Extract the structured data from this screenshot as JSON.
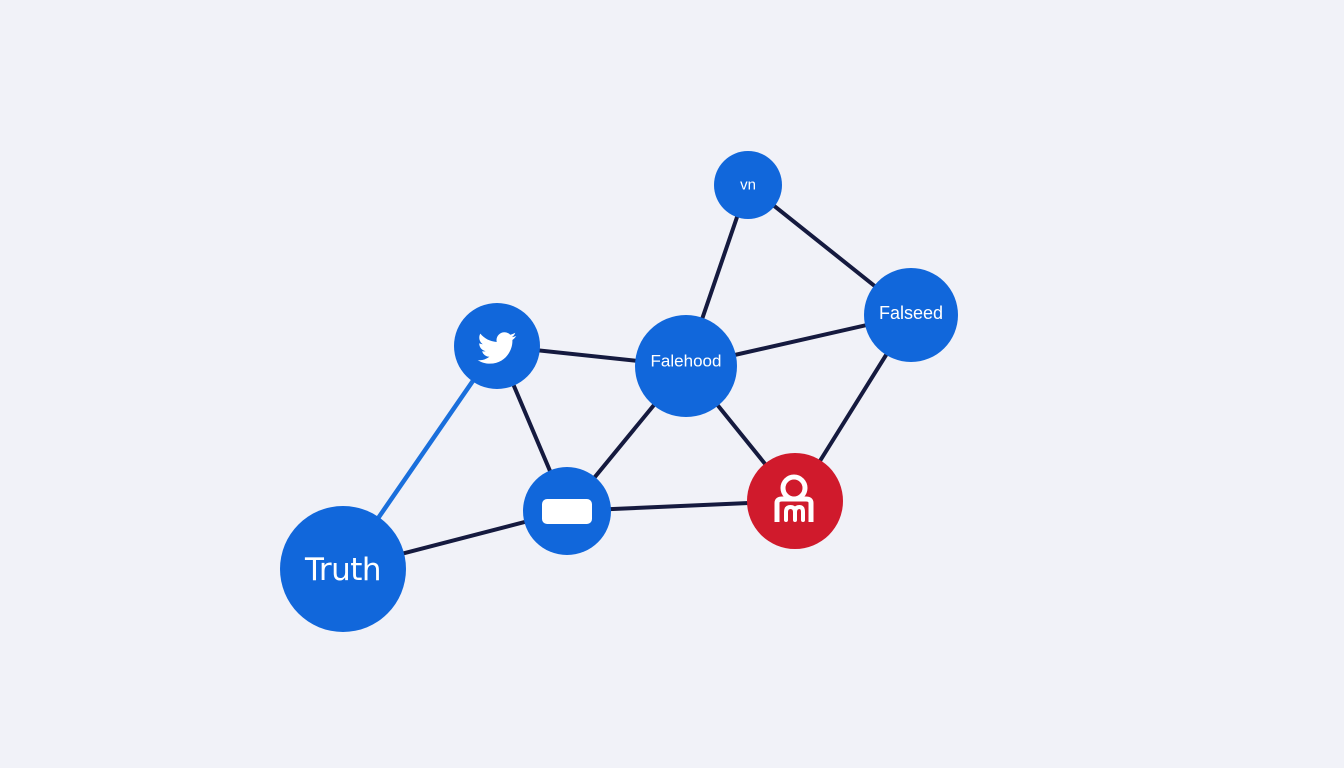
{
  "diagram": {
    "colors": {
      "background": "#f1f2f8",
      "node_blue": "#1167db",
      "node_red": "#d01a2c",
      "edge_dark": "#151a3f",
      "edge_blue": "#1a6fdc"
    },
    "nodes": [
      {
        "id": "truth",
        "label": "Truth",
        "color": "node_blue"
      },
      {
        "id": "twitter",
        "label": "",
        "icon": "twitter-bird-icon",
        "color": "node_blue"
      },
      {
        "id": "falehood",
        "label": "Falehood",
        "color": "node_blue"
      },
      {
        "id": "vn",
        "label": "vn",
        "color": "node_blue"
      },
      {
        "id": "falseed",
        "label": "Falseed",
        "color": "node_blue"
      },
      {
        "id": "message",
        "label": "",
        "icon": "message-box-icon",
        "color": "node_blue"
      },
      {
        "id": "lock",
        "label": "",
        "icon": "lock-icon",
        "color": "node_red"
      }
    ],
    "edges": [
      {
        "from": "truth",
        "to": "twitter",
        "color": "edge_blue"
      },
      {
        "from": "truth",
        "to": "message",
        "color": "edge_dark"
      },
      {
        "from": "twitter",
        "to": "message",
        "color": "edge_dark"
      },
      {
        "from": "twitter",
        "to": "falehood",
        "color": "edge_dark"
      },
      {
        "from": "message",
        "to": "falehood",
        "color": "edge_dark"
      },
      {
        "from": "message",
        "to": "lock",
        "color": "edge_dark"
      },
      {
        "from": "falehood",
        "to": "vn",
        "color": "edge_dark"
      },
      {
        "from": "falehood",
        "to": "falseed",
        "color": "edge_dark"
      },
      {
        "from": "falehood",
        "to": "lock",
        "color": "edge_dark"
      },
      {
        "from": "vn",
        "to": "falseed",
        "color": "edge_dark"
      },
      {
        "from": "falseed",
        "to": "lock",
        "color": "edge_dark"
      }
    ]
  }
}
